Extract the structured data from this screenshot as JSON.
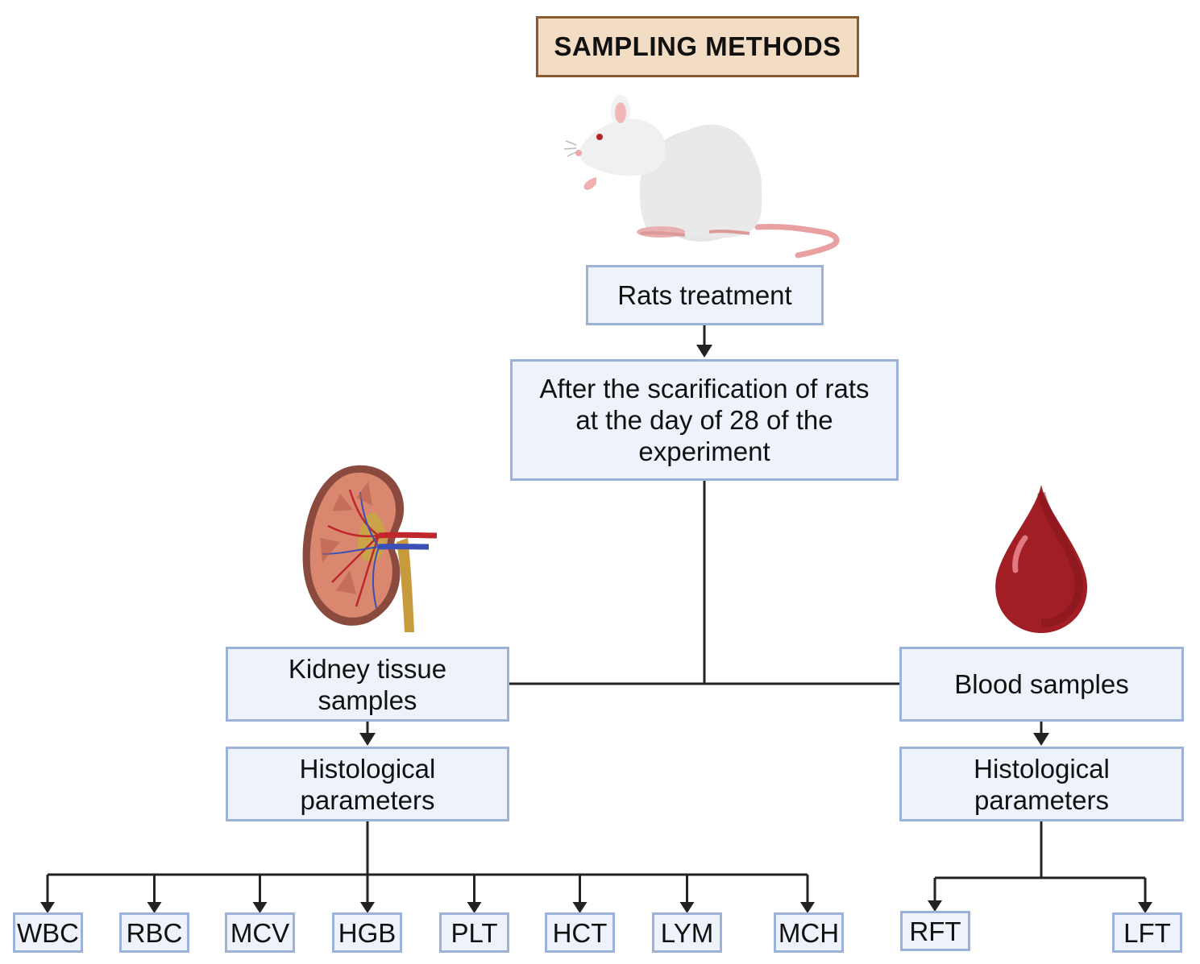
{
  "title": "SAMPLING METHODS",
  "nodes": {
    "rats_treatment": "Rats treatment",
    "after_sacrifice": "After the scarification of rats at the day of 28 of the experiment",
    "kidney_samples": "Kidney tissue samples",
    "blood_samples": "Blood samples",
    "kidney_histological": "Histological parameters",
    "blood_histological": "Histological parameters"
  },
  "kidney_parameters": [
    "WBC",
    "RBC",
    "MCV",
    "HGB",
    "PLT",
    "HCT",
    "LYM",
    "MCH"
  ],
  "blood_parameters": [
    "RFT",
    "LFT"
  ],
  "illustrations": [
    "rat-icon",
    "kidney-icon",
    "blood-drop-icon"
  ],
  "colors": {
    "box_fill": "#eef3fb",
    "box_border": "#9cb2d9",
    "title_fill": "#f2dcc3",
    "title_border": "#8a5a30",
    "connector": "#222222",
    "blood": "#a01e24"
  }
}
